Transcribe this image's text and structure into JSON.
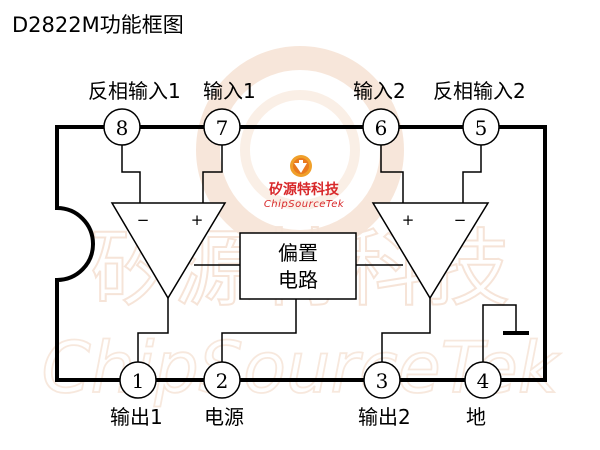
{
  "title": "D2822M功能框图",
  "bias_block": {
    "line1": "偏置",
    "line2": "电路"
  },
  "op_amps": {
    "left": {
      "minus": "−",
      "plus": "+"
    },
    "right": {
      "plus": "+",
      "minus": "−"
    }
  },
  "pins": {
    "p1": {
      "number": "1",
      "label": "输出1"
    },
    "p2": {
      "number": "2",
      "label": "电源"
    },
    "p3": {
      "number": "3",
      "label": "输出2"
    },
    "p4": {
      "number": "4",
      "label": "地"
    },
    "p5": {
      "number": "5",
      "label": "反相输入2"
    },
    "p6": {
      "number": "6",
      "label": "输入2"
    },
    "p7": {
      "number": "7",
      "label": "输入1"
    },
    "p8": {
      "number": "8",
      "label": "反相输入1"
    }
  },
  "logo": {
    "name": "矽源特科技",
    "latin": "ChipSourceTek",
    "icon": "chipsourcetek-logo-icon"
  },
  "watermark": {
    "cn": "矽源特科技",
    "en": "ChipSourceTek"
  },
  "colors": {
    "line": "#000000",
    "watermark": "#f3d9c4",
    "logo_orange": "#e97a1f",
    "logo_red": "#d8282a"
  }
}
